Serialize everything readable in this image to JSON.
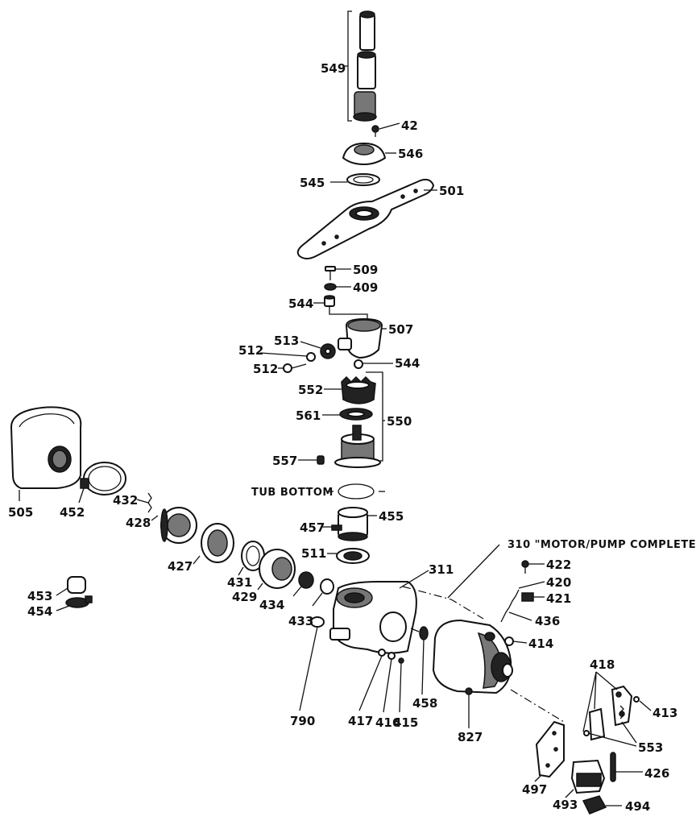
{
  "diagram": {
    "labels": {
      "l549": "549",
      "l42": "42",
      "l546": "546",
      "l545": "545",
      "l501": "501",
      "l509": "509",
      "l409": "409",
      "l544a": "544",
      "l507": "507",
      "l513": "513",
      "l512a": "512",
      "l512b": "512",
      "l544b": "544",
      "l552": "552",
      "l561": "561",
      "l550": "550",
      "l557": "557",
      "tub_bottom": "TUB BOTTOM",
      "l505": "505",
      "l452": "452",
      "l432": "432",
      "l428": "428",
      "l457": "457",
      "l455": "455",
      "l310": "310 \"MOTOR/PUMP COMPLETE\"",
      "l511": "511",
      "l311": "311",
      "l427": "427",
      "l431": "431",
      "l429": "429",
      "l434": "434",
      "l433": "433",
      "l422": "422",
      "l420": "420",
      "l421": "421",
      "l436": "436",
      "l453": "453",
      "l454": "454",
      "l414": "414",
      "l418": "418",
      "l413": "413",
      "l553": "553",
      "l790": "790",
      "l417": "417",
      "l416": "416",
      "l415": "415",
      "l458": "458",
      "l827": "827",
      "l426": "426",
      "l497": "497",
      "l493": "493",
      "l494": "494"
    }
  }
}
